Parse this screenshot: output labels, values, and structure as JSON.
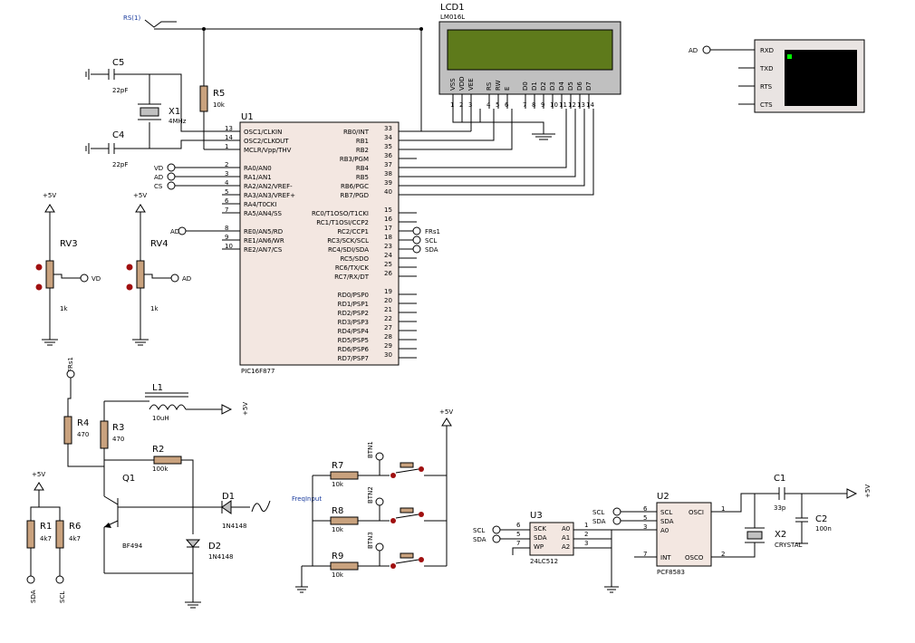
{
  "lcd": {
    "name": "LCD1",
    "model": "LM016L",
    "pins": [
      "VSS",
      "VDD",
      "VEE",
      "RS",
      "RW",
      "E",
      "D0",
      "D1",
      "D2",
      "D3",
      "D4",
      "D5",
      "D6",
      "D7"
    ],
    "pin_numbers": [
      "1",
      "2",
      "3",
      "4",
      "5",
      "6",
      "7",
      "8",
      "9",
      "10",
      "11",
      "12",
      "13",
      "14"
    ]
  },
  "terminal": {
    "labels": [
      "RXD",
      "TXD",
      "RTS",
      "CTS"
    ],
    "input": "AD"
  },
  "u1": {
    "ref": "U1",
    "part": "PIC16F877",
    "left_pins": [
      "OSC1/CLKIN",
      "OSC2/CLKOUT",
      "MCLR/Vpp/THV",
      "RA0/AN0",
      "RA1/AN1",
      "RA2/AN2/VREF-",
      "RA3/AN3/VREF+",
      "RA4/T0CKI",
      "RA5/AN4/SS",
      "RE0/AN5/RD",
      "RE1/AN6/WR",
      "RE2/AN7/CS"
    ],
    "left_nums": [
      "13",
      "14",
      "1",
      "2",
      "3",
      "4",
      "5",
      "6",
      "7",
      "8",
      "9",
      "10"
    ],
    "right_pins": [
      "RB0/INT",
      "RB1",
      "RB2",
      "RB3/PGM",
      "RB4",
      "RB5",
      "RB6/PGC",
      "RB7/PGD",
      "RC0/T1OSO/T1CKI",
      "RC1/T1OSI/CCP2",
      "RC2/CCP1",
      "RC3/SCK/SCL",
      "RC4/SDI/SDA",
      "RC5/SDO",
      "RC6/TX/CK",
      "RC7/RX/DT",
      "RD0/PSP0",
      "RD1/PSP1",
      "RD2/PSP2",
      "RD3/PSP3",
      "RD4/PSP4",
      "RD5/PSP5",
      "RD6/PSP6",
      "RD7/PSP7"
    ],
    "right_nums": [
      "33",
      "34",
      "35",
      "36",
      "37",
      "38",
      "39",
      "40",
      "15",
      "16",
      "17",
      "18",
      "23",
      "24",
      "25",
      "26",
      "19",
      "20",
      "21",
      "22",
      "27",
      "28",
      "29",
      "30"
    ]
  },
  "labels": {
    "rs_net": "RS(1)",
    "c5": "C5",
    "c4": "C4",
    "cap22": "22pF",
    "x1": "X1",
    "x1_freq": "4MHz",
    "r5": "R5",
    "r5_val": "10k",
    "vd": "VD",
    "ad": "AD",
    "cs": "CS",
    "frs1": "FRs1",
    "scl": "SCL",
    "sda": "SDA",
    "plus5v": "+5V",
    "rv3": "RV3",
    "rv4": "RV4",
    "rv_val": "1k",
    "l1": "L1",
    "l1_val": "10uH",
    "r4": "R4",
    "r3": "R3",
    "r47": "470",
    "r2": "R2",
    "r2_val": "100k",
    "q1": "Q1",
    "q1_part": "BF494",
    "d1": "D1",
    "d2": "D2",
    "diode": "1N4148",
    "freqinput": "FreqInput",
    "r1": "R1",
    "r6": "R6",
    "r4k7": "4k7",
    "r7": "R7",
    "r8": "R8",
    "r9": "R9",
    "r10k": "10k",
    "btn1": "BTN1",
    "btn2": "BTN2",
    "btn3": "BTN3",
    "u3": "U3",
    "u3_part": "24LC512",
    "sck": "SCK",
    "wp": "WP",
    "a0": "A0",
    "a1": "A1",
    "a2": "A2",
    "u2": "U2",
    "u2_part": "PCF8583",
    "osci": "OSCI",
    "osco": "OSCO",
    "int": "INT",
    "c1": "C1",
    "c1_val": "33p",
    "c2": "C2",
    "c2_val": "100n",
    "x2": "X2",
    "crystal": "CRYSTAL"
  }
}
